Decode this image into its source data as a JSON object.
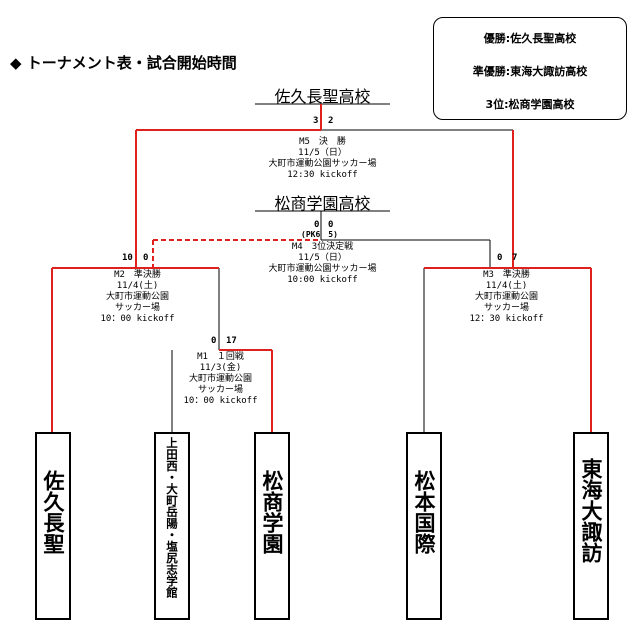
{
  "title": "◆ トーナメント表・試合開始時間",
  "results": {
    "first": "優勝:佐久長聖高校",
    "second": "準優勝:東海大諏訪高校",
    "third": "3位:松商学園高校"
  },
  "champion_label": "佐久長聖高校",
  "third_label": "松商学園高校",
  "matches": {
    "m5": {
      "name": "M5　決　勝",
      "date": "11/5（日）",
      "venue": "大町市運動公園サッカー場",
      "time": "12:30 kickoff",
      "score_left": "3",
      "score_right": "2"
    },
    "m4": {
      "name": "M4　3位決定戦",
      "date": "11/5（日）",
      "venue": "大町市運動公園サッカー場",
      "time": "10:00 kickoff",
      "score_left": "0",
      "score_right": "0",
      "pk": "(PK6　5)"
    },
    "m2": {
      "name": "M2　準決勝",
      "date": "11/4(土)",
      "venue1": "大町市運動公園",
      "venue2": "サッカー場",
      "time": "10：00 kickoff",
      "score_left": "10",
      "score_right": "0"
    },
    "m3": {
      "name": "M3　準決勝",
      "date": "11/4(土)",
      "venue1": "大町市運動公園",
      "venue2": "サッカー場",
      "time": "12：30 kickoff",
      "score_left": "0",
      "score_right": "7"
    },
    "m1": {
      "name": "M1　１回戦",
      "date": "11/3(金)",
      "venue1": "大町市運動公園",
      "venue2": "サッカー場",
      "time": "10：00 kickoff",
      "score_left": "0",
      "score_right": "17"
    }
  },
  "teams": [
    "佐久長聖",
    "上田西・大町岳陽・塩尻志学館",
    "松商学園",
    "松本国際",
    "東海大諏訪"
  ],
  "colors": {
    "win": "#e0201c",
    "line": "#000000"
  }
}
